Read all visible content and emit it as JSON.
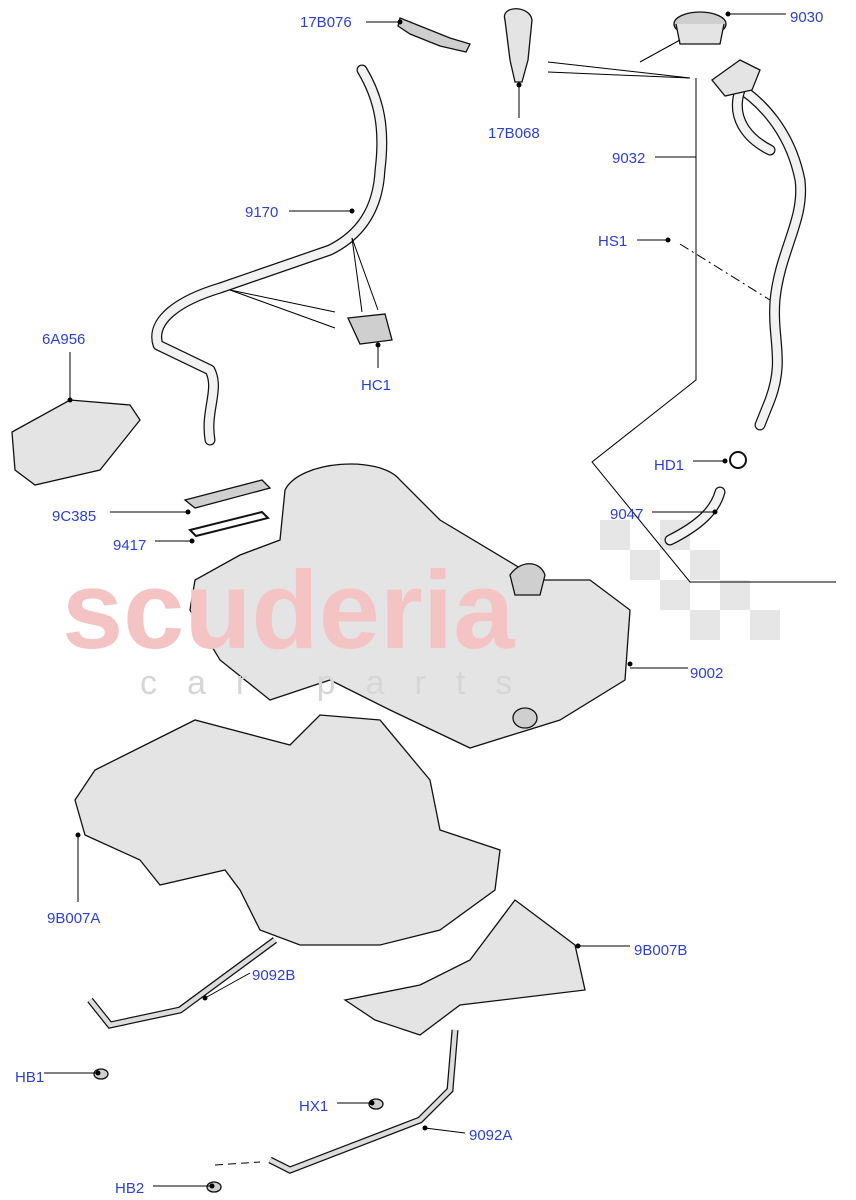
{
  "watermark": {
    "line1": "scuderia",
    "line2": "car parts",
    "color": "#f4c4c4"
  },
  "label_color": "#2b3fd6",
  "callouts": [
    {
      "id": "17B076",
      "text": "17B076"
    },
    {
      "id": "17B068",
      "text": "17B068"
    },
    {
      "id": "9030",
      "text": "9030"
    },
    {
      "id": "9032",
      "text": "9032"
    },
    {
      "id": "9170",
      "text": "9170"
    },
    {
      "id": "HS1",
      "text": "HS1"
    },
    {
      "id": "HC1",
      "text": "HC1"
    },
    {
      "id": "6A956",
      "text": "6A956"
    },
    {
      "id": "HD1",
      "text": "HD1"
    },
    {
      "id": "9047",
      "text": "9047"
    },
    {
      "id": "9C385",
      "text": "9C385"
    },
    {
      "id": "9417",
      "text": "9417"
    },
    {
      "id": "9002",
      "text": "9002"
    },
    {
      "id": "9B007A",
      "text": "9B007A"
    },
    {
      "id": "9B007B",
      "text": "9B007B"
    },
    {
      "id": "9092B",
      "text": "9092B"
    },
    {
      "id": "HB1",
      "text": "HB1"
    },
    {
      "id": "HX1",
      "text": "HX1"
    },
    {
      "id": "9092A",
      "text": "9092A"
    },
    {
      "id": "HB2",
      "text": "HB2"
    }
  ]
}
